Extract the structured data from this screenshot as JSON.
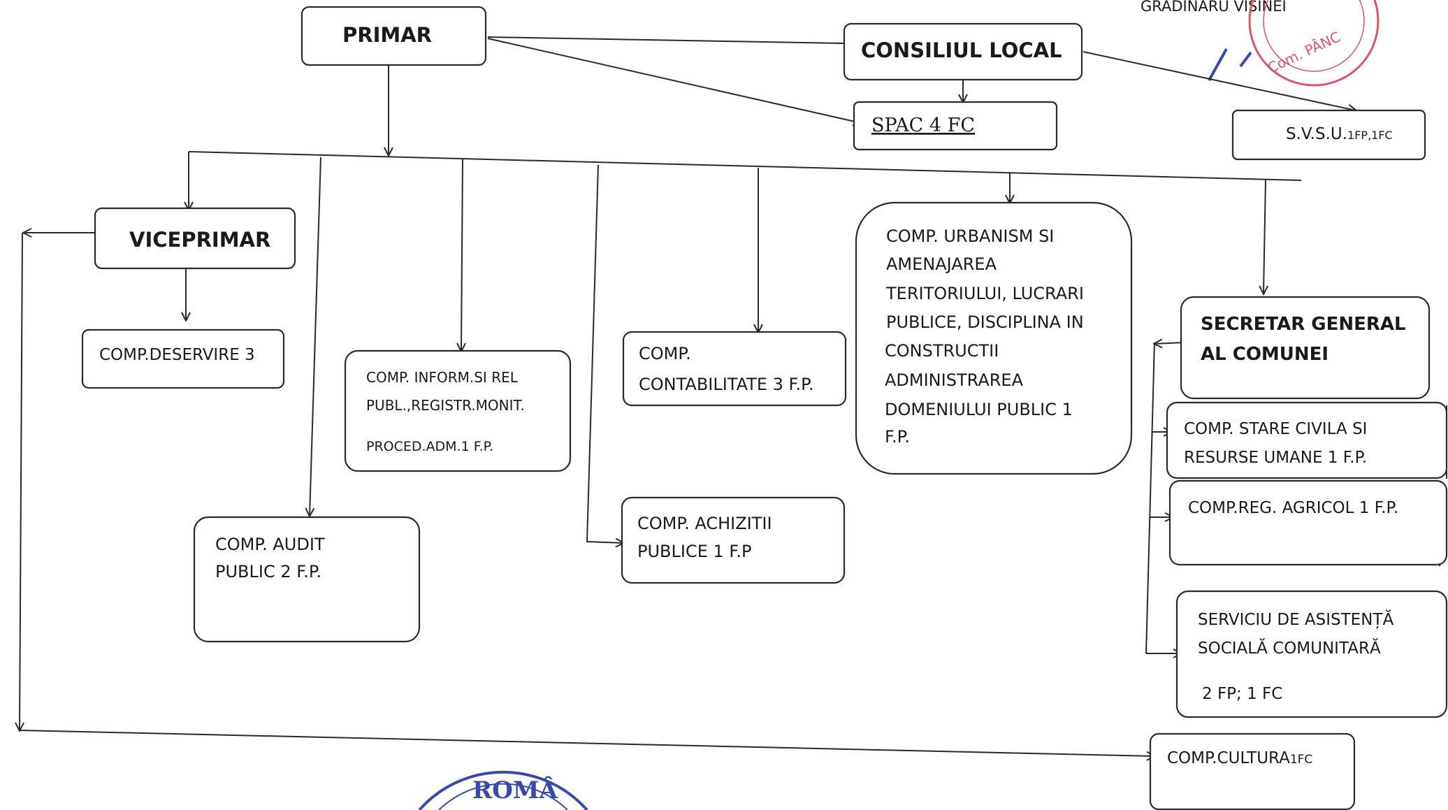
{
  "header": {
    "top_right": "GRADINARU VISINEI"
  },
  "nodes": {
    "primar": {
      "lines": [
        "PRIMAR"
      ]
    },
    "consiliu": {
      "lines": [
        "CONSILIUL LOCAL"
      ]
    },
    "spac": {
      "lines": [
        "SPAC  4 FC"
      ]
    },
    "svsu": {
      "main": "S.V.S.U.",
      "suffix": "1FP,1FC"
    },
    "viceprimar": {
      "lines": [
        "VICEPRIMAR"
      ]
    },
    "deservire": {
      "lines": [
        "COMP.DESERVIRE 3"
      ]
    },
    "audit": {
      "lines": [
        "COMP.  AUDIT",
        "PUBLIC   2 F.P."
      ]
    },
    "inform": {
      "lines": [
        "COMP. INFORM.SI REL",
        "PUBL.,REGISTR.MONIT.",
        "PROCED.ADM.1 F.P."
      ]
    },
    "achizitii": {
      "lines": [
        "COMP. ACHIZITII",
        "PUBLICE 1 F.P"
      ]
    },
    "contabilitate": {
      "lines": [
        "COMP.",
        "CONTABILITATE  3 F.P."
      ]
    },
    "urbanism": {
      "lines": [
        "COMP.  URBANISM SI",
        "AMENAJAREA",
        "TERITORIULUI, LUCRARI",
        "PUBLICE, DISCIPLINA IN",
        "CONSTRUCTII",
        "ADMINISTRAREA",
        "DOMENIULUI PUBLIC  1",
        "F.P."
      ]
    },
    "secretar": {
      "lines": [
        "SECRETAR GENERAL",
        "AL COMUNEI"
      ]
    },
    "stare_civila": {
      "lines": [
        "COMP. STARE CIVILA SI",
        "RESURSE UMANE 1 F.P."
      ]
    },
    "agricol": {
      "lines": [
        "COMP.REG. AGRICOL  1 F.P."
      ]
    },
    "asistenta": {
      "lines": [
        "SERVICIU DE ASISTENȚĂ",
        "SOCIALĂ COMUNITARĂ",
        "2 FP; 1 FC"
      ]
    },
    "cultura": {
      "main": "COMP.CULTURA",
      "suffix": "1FC"
    }
  },
  "stamps": {
    "bottom_text": "ROMÂ",
    "top_right_text": "Com. PÂNC"
  },
  "colors": {
    "ink": "#2a2a2a",
    "stamp": "#3b49a8",
    "stamp_red": "#d9546a"
  }
}
